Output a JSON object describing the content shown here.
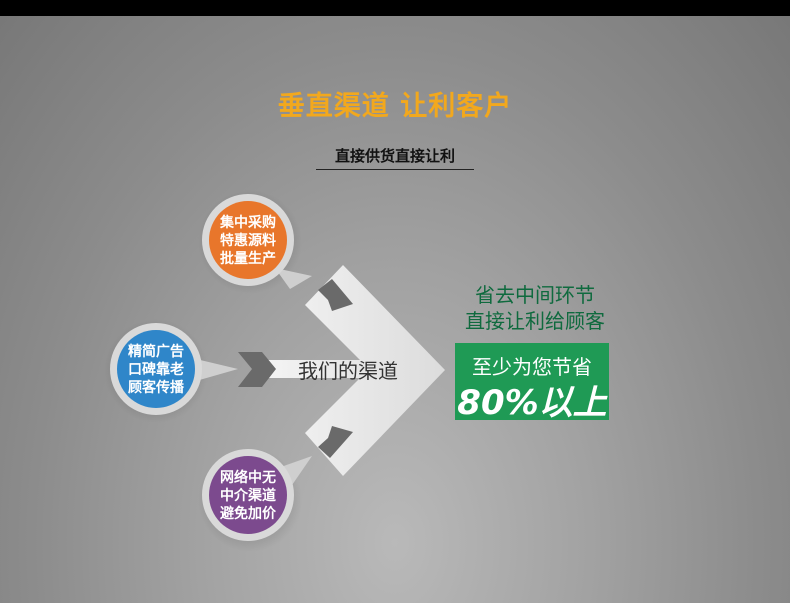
{
  "title": "垂直渠道 让利客户",
  "subtitle": "直接供货直接让利",
  "arrow_label": "我们的渠道",
  "bubbles": [
    {
      "lines": [
        "集中采购",
        "特惠源料",
        "批量生产"
      ],
      "color": "#e8762b"
    },
    {
      "lines": [
        "精简广告",
        "口碑靠老",
        "顾客传播"
      ],
      "color": "#2f86c9"
    },
    {
      "lines": [
        "网络中无",
        "中介渠道",
        "避免加价"
      ],
      "color": "#7c4a8e"
    }
  ],
  "right": {
    "line1": "省去中间环节",
    "line2": "直接让利给顾客",
    "box_line1": "至少为您节省",
    "box_line2": "80%以上"
  }
}
